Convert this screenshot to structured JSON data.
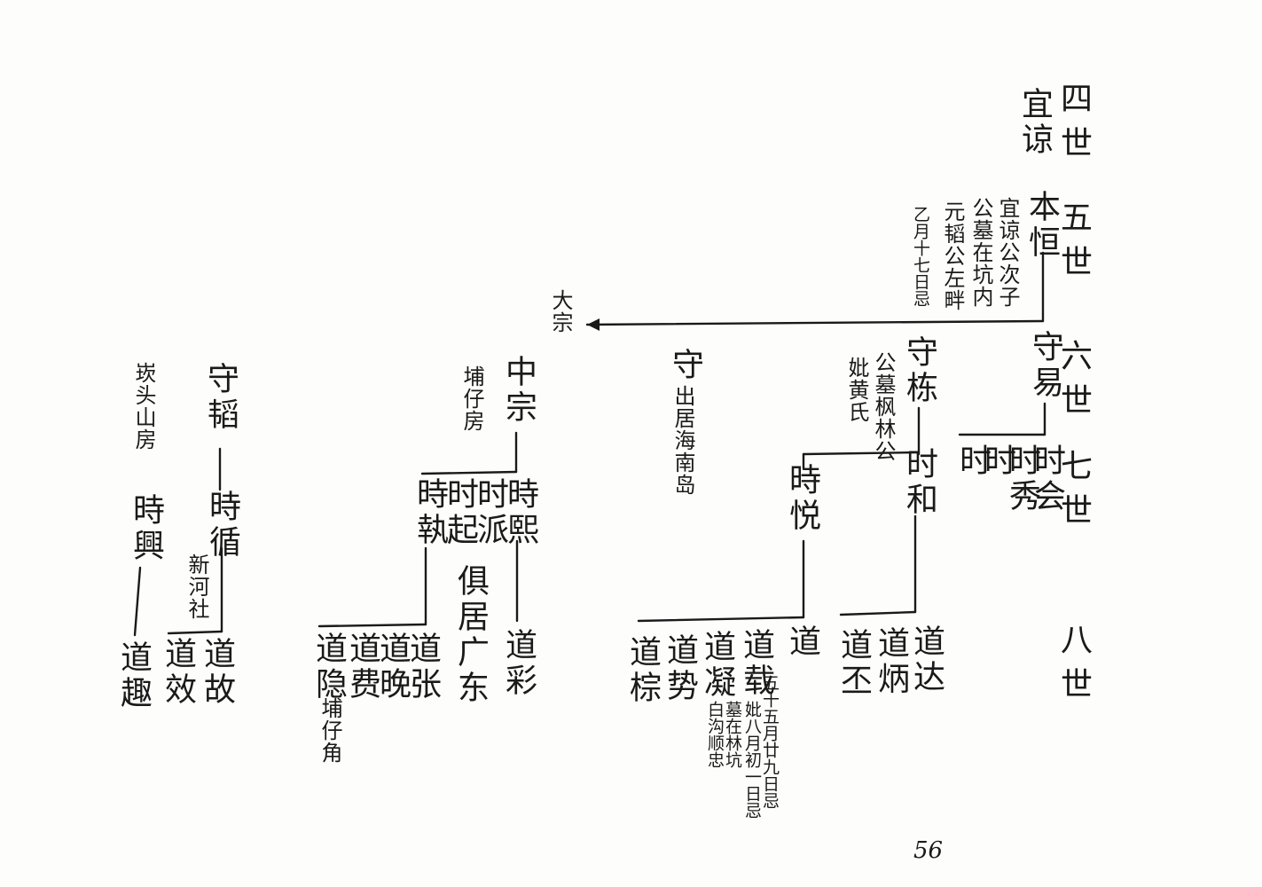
{
  "generations": {
    "g4": "四世",
    "g5": "五世",
    "g6": "六世",
    "g7": "七世",
    "g8": "八世"
  },
  "gen4": {
    "name": "宜谅"
  },
  "gen5": {
    "name": "本恒",
    "note1": "宜谅公次子",
    "note2": "公墓在坑内",
    "note3": "元韬公左畔",
    "note4": "乙月十七日忌"
  },
  "gen6": {
    "shouyi": "守易",
    "shoudong": "守栋",
    "shoudong_note1": "公墓枫林公",
    "shoudong_note2": "妣黄氏",
    "shou_emig": "守",
    "shou_emig_note": "出居海南岛",
    "zhongzong": "中宗",
    "zhongzong_note": "埔仔房",
    "dazong": "大宗",
    "shoutao": "守韬",
    "shoutao_note": "崁头山房"
  },
  "gen7": {
    "shihui": "时会",
    "shixiu": "时秀",
    "shi_a": "时",
    "shi_b": "时",
    "shihe": "时和",
    "shiyue": "時悦",
    "shixi": "時熙",
    "shipai": "时派",
    "shiqi": "时起",
    "shizhi": "時執",
    "shizhi_note": "俱居广东",
    "shixun": "時循",
    "shixun_note": "新河社",
    "shixing": "時興"
  },
  "gen8": {
    "daoda": "道达",
    "daobing": "道炳",
    "daopi": "道丕",
    "dao_x": "道",
    "daozai": "道载",
    "daozai_note1": "五十五月廿九日忌",
    "daozai_note2": "妣八月初一日忌",
    "daozai_note3": "墓在林坑",
    "daozai_note4": "白沟顺忠",
    "daoning": "道凝",
    "daoshi": "道势",
    "daozong": "道棕",
    "daocai": "道彩",
    "daozhang": "道张",
    "daowan": "道晚",
    "daofei": "道费",
    "daoyin": "道隐",
    "daoyin_note": "埔仔角",
    "daogu": "道故",
    "daoxiao": "道效",
    "daoqu": "道趣"
  },
  "page_number": "56"
}
